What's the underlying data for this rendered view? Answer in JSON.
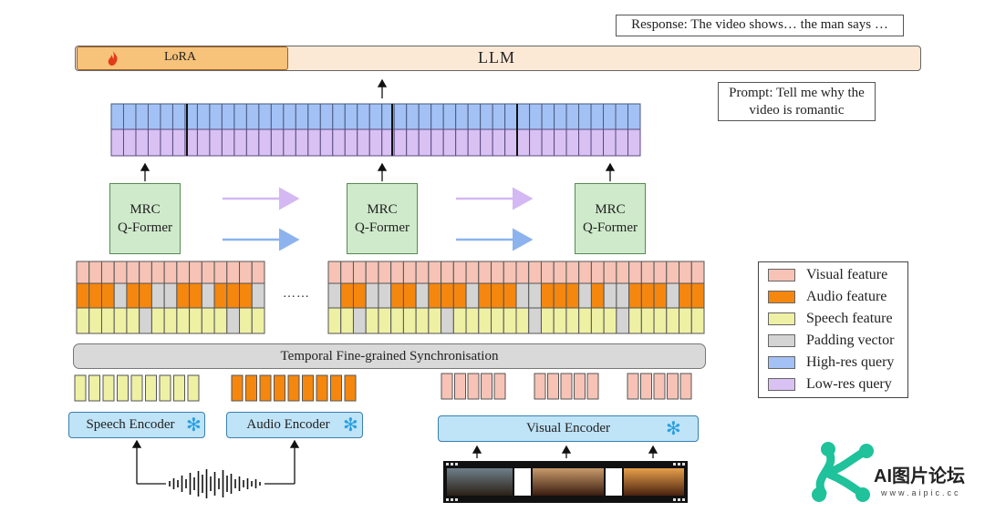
{
  "response": "Response: The video shows… the man says …",
  "llm": {
    "label": "LLM",
    "lora_label": "LoRA"
  },
  "prompt": {
    "line1": "Prompt: Tell me why the",
    "line2": "video is romantic"
  },
  "qformer": {
    "line1": "MRC",
    "line2": "Q-Former"
  },
  "ellipsis": "……",
  "sync_label": "Temporal Fine-grained Synchronisation",
  "encoders": {
    "speech": "Speech Encoder",
    "audio": "Audio Encoder",
    "visual": "Visual Encoder"
  },
  "legend": [
    {
      "label": "Visual feature",
      "color": "#f6c3b6"
    },
    {
      "label": "Audio feature",
      "color": "#f5870f"
    },
    {
      "label": "Speech feature",
      "color": "#eef0a4"
    },
    {
      "label": "Padding vector",
      "color": "#d4d4d4"
    },
    {
      "label": "High-res query",
      "color": "#a3c1f4"
    },
    {
      "label": "Low-res query",
      "color": "#d9c2f3"
    }
  ],
  "colors": {
    "visual": "#f6c3b6",
    "audio": "#f5870f",
    "speech": "#eef0a4",
    "padding": "#d4d4d4",
    "high": "#a3c1f4",
    "low": "#d9c2f3",
    "arrow_purple": "#d3b8f3",
    "arrow_blue": "#8cb3ee"
  },
  "icons": {
    "lora": "flame-icon",
    "frozen": "snowflake-icon"
  },
  "watermark": {
    "title": "AI图片论坛",
    "url": "www.aipic.cc"
  }
}
